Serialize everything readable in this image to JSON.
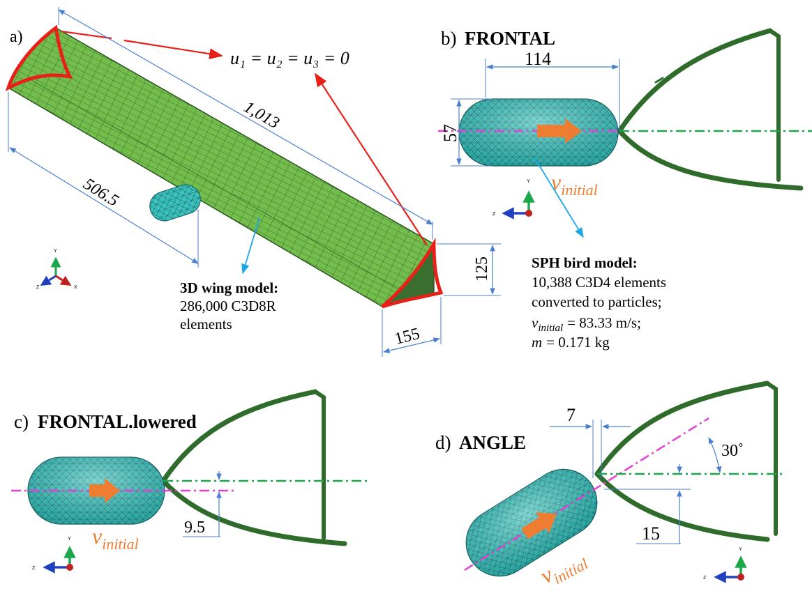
{
  "panels": {
    "a": {
      "letter": "a)",
      "bc": "u₁ = u₂ = u₃ = 0",
      "dims": {
        "span": "1,013",
        "half": "506.5",
        "height": "125",
        "chord": "155"
      },
      "wing_title": "3D wing model:",
      "wing_l1": "286,000 C3D8R",
      "wing_l2": "elements"
    },
    "b": {
      "letter": "b)",
      "name": "FRONTAL",
      "dims": {
        "length": "114",
        "diameter": "57"
      },
      "vel": "v",
      "vel_sub": "initial",
      "sph_title": "SPH bird model:",
      "sph_l1": "10,388 C3D4 elements",
      "sph_l2": "converted to particles;",
      "sph_l3_v": "v",
      "sph_l3_sub": "initial",
      "sph_l3_rest": "= 83.33 m/s;",
      "sph_l4_m": "m",
      "sph_l4_rest": "= 0.171 kg"
    },
    "c": {
      "letter": "c)",
      "name": "FRONTAL.lowered",
      "offset": "9.5",
      "vel": "v",
      "vel_sub": "initial"
    },
    "d": {
      "letter": "d)",
      "name": "ANGLE",
      "gap": "7",
      "angle": "30˚",
      "offset": "15",
      "vel": "v",
      "vel_sub": "initial"
    }
  },
  "axes": {
    "x": "X",
    "y": "Y",
    "z": "Z"
  },
  "colors": {
    "wing": "#2f6b2a",
    "wing_fill": "#6fb84a",
    "bird": "#2fb5b0",
    "dim": "#4a7fd0",
    "red": "#e8201a",
    "magenta": "#e43fd6",
    "green_axis": "#1aa84a",
    "arrow": "#ee7d32",
    "blue_leader": "#1aa6e8"
  }
}
